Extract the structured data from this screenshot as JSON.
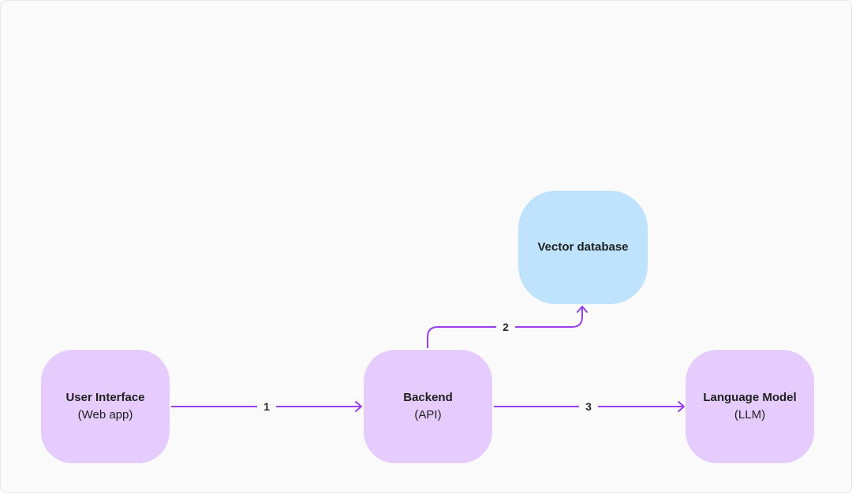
{
  "nodes": {
    "ui": {
      "title": "User Interface",
      "subtitle": "(Web app)"
    },
    "backend": {
      "title": "Backend",
      "subtitle": "(API)"
    },
    "vector": {
      "title": "Vector database"
    },
    "llm": {
      "title": "Language Model",
      "subtitle": "(LLM)"
    }
  },
  "edges": [
    {
      "label": "1",
      "from": "ui",
      "to": "backend"
    },
    {
      "label": "2",
      "from": "backend",
      "to": "vector"
    },
    {
      "label": "3",
      "from": "backend",
      "to": "llm"
    }
  ],
  "colors": {
    "purple_node": "#e6ccfc",
    "blue_node": "#bfe3fd",
    "arrow": "#9a3ff0",
    "background": "#fafafa"
  }
}
